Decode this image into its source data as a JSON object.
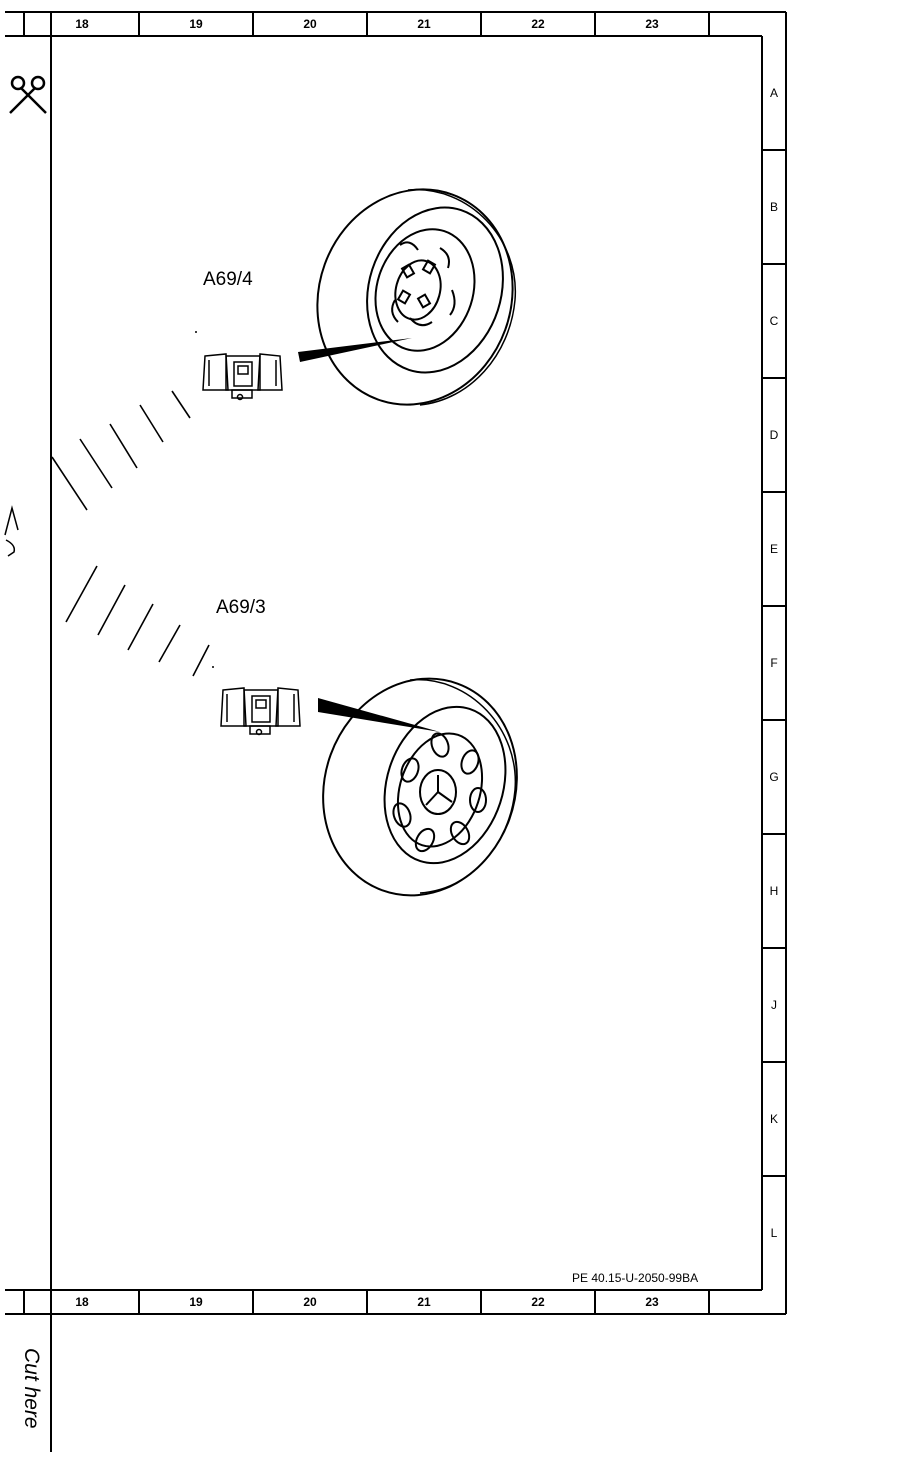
{
  "sheet": {
    "column_numbers": [
      "18",
      "19",
      "20",
      "21",
      "22",
      "23"
    ],
    "row_letters": [
      "A",
      "B",
      "C",
      "D",
      "E",
      "F",
      "G",
      "H",
      "J",
      "K",
      "L"
    ],
    "document_number": "PE 40.15-U-2050-99BA",
    "cut_text": "Cut here"
  },
  "components": [
    {
      "label": "A69/4",
      "icon": "tire-pressure-sensor-icon"
    },
    {
      "label": "A69/3",
      "icon": "tire-pressure-sensor-icon"
    }
  ],
  "icons": {
    "cut": "scissors-icon",
    "wheel": "wheel-icon"
  },
  "colors": {
    "line": "#000000",
    "background": "#ffffff"
  }
}
